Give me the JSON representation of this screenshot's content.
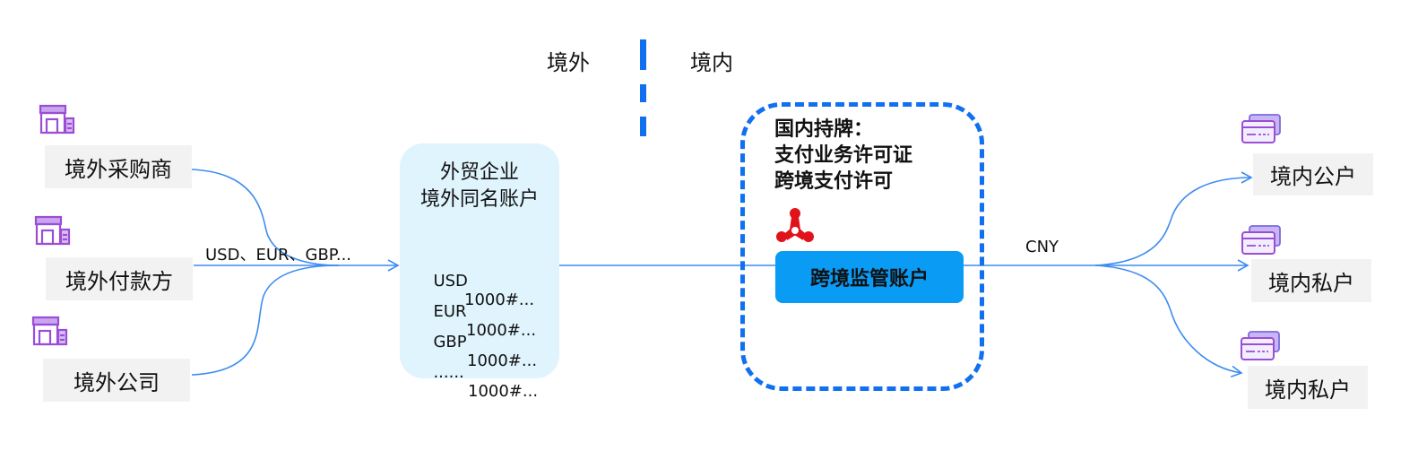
{
  "regions": {
    "offshore": "境外",
    "onshore": "境内"
  },
  "payers": [
    {
      "label": "境外采购商",
      "icon": "store-icon"
    },
    {
      "label": "境外付款方",
      "icon": "store-icon"
    },
    {
      "label": "境外公司",
      "icon": "store-icon"
    }
  ],
  "inbound_currencies": "USD、EUR、GBP...",
  "trade_account": {
    "title_line1": "外贸企业",
    "title_line2": "境外同名账户",
    "rows": [
      {
        "currency": "USD",
        "number": "1000#..."
      },
      {
        "currency": "EUR",
        "number": "1000#..."
      },
      {
        "currency": "GBP",
        "number": "1000#..."
      },
      {
        "currency": "......",
        "number": "1000#..."
      }
    ]
  },
  "license": {
    "line1": "国内持牌：",
    "line2": "支付业务许可证",
    "line3": "跨境支付许可",
    "logo": "bank-of-china-style-logo",
    "account_label": "跨境监管账户"
  },
  "outbound_currency": "CNY",
  "receivers": [
    {
      "label": "境内公户",
      "icon": "bank-card-icon"
    },
    {
      "label": "境内私户",
      "icon": "bank-card-icon"
    },
    {
      "label": "境内私户",
      "icon": "bank-card-icon"
    }
  ],
  "colors": {
    "accent": "#1170ef",
    "panel": "#dff4fd",
    "button": "#0a9bf5",
    "icon": "#9b4dd6",
    "line": "#3d8cf0"
  }
}
